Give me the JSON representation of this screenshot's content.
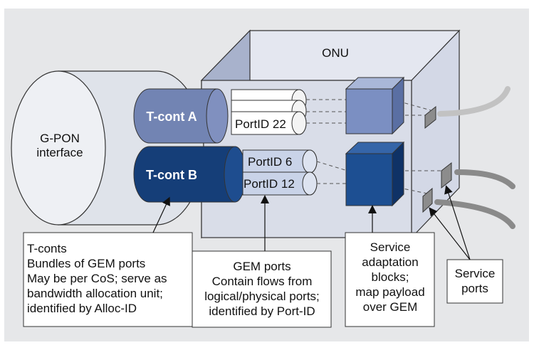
{
  "colors": {
    "panel_bg": "#e6e7e9",
    "box_face": "#d7dbe7",
    "box_side": "#a8b2cc",
    "light_blue": "#7284b3",
    "dark_blue": "#153e78",
    "pale_blue": "#c9d3e8",
    "arrow_gray": "#999999"
  },
  "onu": {
    "label": "ONU"
  },
  "gpon": {
    "line1": "G-PON",
    "line2": "interface"
  },
  "tconts": {
    "a": {
      "label": "T-cont A"
    },
    "b": {
      "label": "T-cont B"
    }
  },
  "ports": {
    "p22": {
      "label": "PortID 22"
    },
    "p6": {
      "label": "PortID 6"
    },
    "p12": {
      "label": "PortID 12"
    }
  },
  "callouts": {
    "tcont": {
      "lines": [
        "T-conts",
        "Bundles of GEM ports",
        "May be per CoS; serve as",
        "bandwidth allocation unit;",
        "identified by Alloc-ID"
      ]
    },
    "gem": {
      "lines": [
        "GEM ports",
        "Contain flows from",
        "logical/physical ports;",
        "identified by Port-ID"
      ]
    },
    "adaptation": {
      "lines": [
        "Service",
        "adaptation",
        "blocks;",
        "map payload",
        "over GEM"
      ]
    },
    "service_ports": {
      "lines": [
        "Service",
        "ports"
      ]
    }
  }
}
